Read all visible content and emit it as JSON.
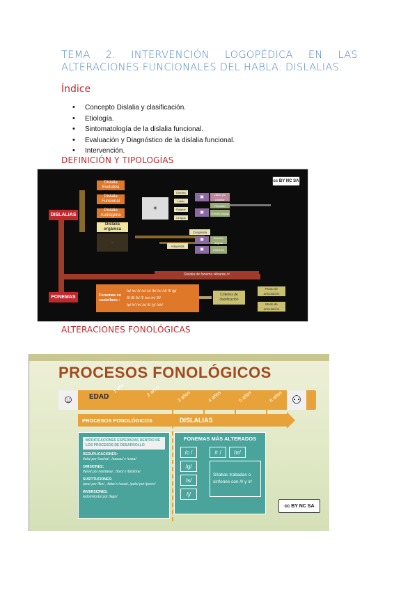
{
  "title": {
    "line1_words": [
      "TEMA",
      "2.",
      "INTERVENCIÓN",
      "LOGOPÉDICA",
      "EN",
      "LAS"
    ],
    "line2": "ALTERACIONES FUNCIONALES DEL HABLA: DISLALIAS."
  },
  "indice": "Índice",
  "bullets": [
    "Concepto Dislalia y clasificación.",
    "Etiología.",
    "Sintomatología de la dislalia funcional.",
    "Evaluación y Diagnóstico de la dislalia funcional.",
    "Intervención."
  ],
  "section1": "DEFINICIÓN Y TIPOLOGÍAS",
  "section2": "ALTERACIONES FONOLÓGICAS",
  "diagram1": {
    "dislalias": "DISLALIAS",
    "fonemas": "FONEMAS",
    "types": [
      "Dislalia Evolutiva",
      "Dislalia Funcional",
      "Dislalia Audiógena",
      "Dislalia orgánica"
    ],
    "organs": [
      "Dientes",
      "Labio",
      "Paladar",
      "Lengua"
    ],
    "organ_labels": [
      "Labio y/o paladar",
      "Fisurado",
      "Frenillo lingual"
    ],
    "congenita": "Congénita",
    "adquirida": "Adquirida",
    "adq_labels": [
      "Sección lingual",
      "Lesiones"
    ],
    "vibrante": "Dislalia de fonema vibrante /r/",
    "fonemas_en": "Fonemas en castellano :",
    "fonemas_list": [
      "/a/ /e/ /i/ /o/ /u/ /b/ /c/ /d/ /f/ /g/",
      "/l/ /ll/ /k/ /l/ /m/ /n/ /ñ/",
      "/p/ /r/ /rr/ /s/ /t/ /y/ /ch/"
    ],
    "criterios": "Criterios de clasificación",
    "punto": "Punto de articulación",
    "modo": "Modo de articulación",
    "cc": "cc BY NC SA"
  },
  "diagram2": {
    "title": "PROCESOS FONOLÓGICOS",
    "edad": "EDAD",
    "ages": [
      "1 año",
      "2 años",
      "3 años",
      "4 años",
      "5 años",
      "6 años"
    ],
    "procesos": "PROCESOS FONOLÓGICOS",
    "dislalias": "DISLALIAS",
    "modificaciones": "MODIFICACIONES ESPERADAS DENTRO DE LOS PROCESOS DE DESARROLLO",
    "items": [
      {
        "h": "REDUPLICACIONES:",
        "t": "/tota/ por /cocha/ , /aaaau/ x /casa/"
      },
      {
        "h": "OMISIONES:",
        "t": "/tana/ por /ventana/ , /loro/ x /tololora/"
      },
      {
        "h": "SUSTITUCIONES:",
        "t": "/pee/ por /flor/ , /tata/ x /casa/, /pelo/ por /perro/"
      },
      {
        "h": "INVERSIONES:",
        "t": "/edormicolo/ por /lago/"
      }
    ],
    "fonemas_alterados": "FONEMAS MÁS ALTERADOS",
    "fon_left": [
      "/c /",
      "/g/",
      "/s/",
      "/j/"
    ],
    "fon_right": [
      "/r /",
      "/rr/"
    ],
    "silabas": "Sílabas trabadas o sinfones con /l/ y /r/",
    "cc": "cc BY NC SA"
  }
}
